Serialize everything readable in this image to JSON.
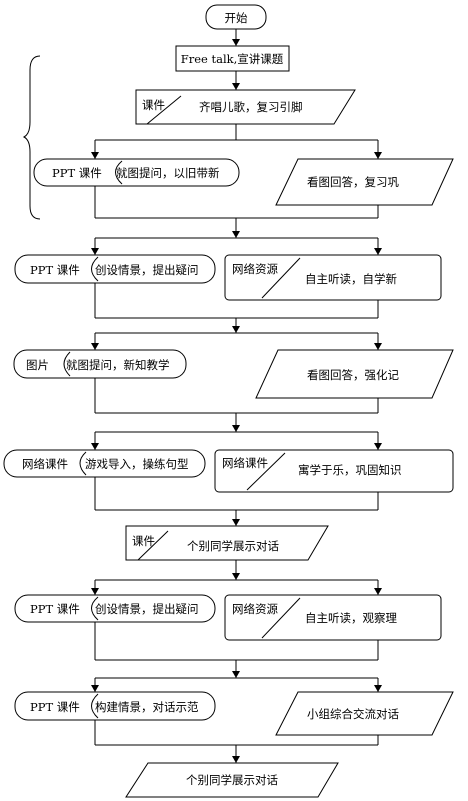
{
  "nodes": {
    "start": "开始",
    "free_talk": "Free talk,宣讲课题",
    "kj1_tag": "课件",
    "kj1_text": "齐唱儿歌，复习引脚",
    "ppt1_tag": "PPT 课件",
    "ppt1_text": "就图提问，以旧带新",
    "r1_text": "看图回答，复习巩",
    "ppt2_tag": "PPT 课件",
    "ppt2_text": "创设情景，提出疑问",
    "wl1_tag": "网络资源",
    "wl1_text": "自主听读，自学新",
    "pic_tag": "图片",
    "pic_text": "就图提问，新知教学",
    "r3_text": "看图回答，强化记",
    "net1_tag": "网络课件",
    "net1_text": "游戏导入，操练句型",
    "net2_tag": "网络课件",
    "net2_text": "寓学于乐，巩固知识",
    "kj2_tag": "课件",
    "kj2_text": "个别同学展示对话",
    "ppt3_tag": "PPT 课件",
    "ppt3_text": "创设情景，提出疑问",
    "wl2_tag": "网络资源",
    "wl2_text": "自主听读，观察理",
    "ppt4_tag": "PPT 课件",
    "ppt4_text": "构建情景，对话示范",
    "r7_text": "小组综合交流对话",
    "end_text": "个别同学展示对话"
  }
}
